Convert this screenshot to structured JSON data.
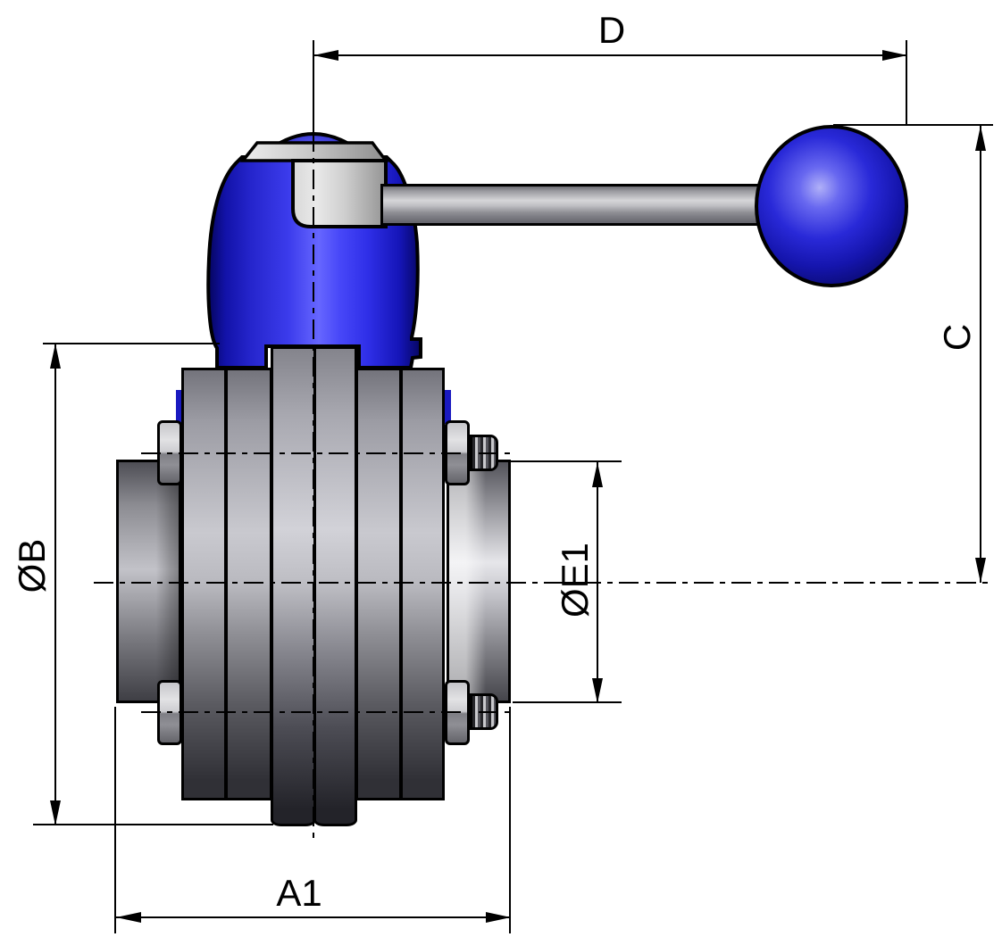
{
  "drawing": {
    "type": "butterfly-valve-side-view-technical-drawing",
    "dimensions": {
      "d": {
        "label": "D",
        "orientation": "horizontal"
      },
      "c": {
        "label": "C",
        "orientation": "vertical"
      },
      "b": {
        "label": "ØB",
        "orientation": "vertical"
      },
      "e1": {
        "label": "ØE1",
        "orientation": "vertical"
      },
      "a1": {
        "label": "A1",
        "orientation": "horizontal"
      }
    },
    "colors": {
      "handle_blue": "#2525cc",
      "ball_highlight": "#a0a0f8",
      "body_gray": "#b9b9bf",
      "line": "#000000",
      "background": "#ffffff"
    }
  }
}
